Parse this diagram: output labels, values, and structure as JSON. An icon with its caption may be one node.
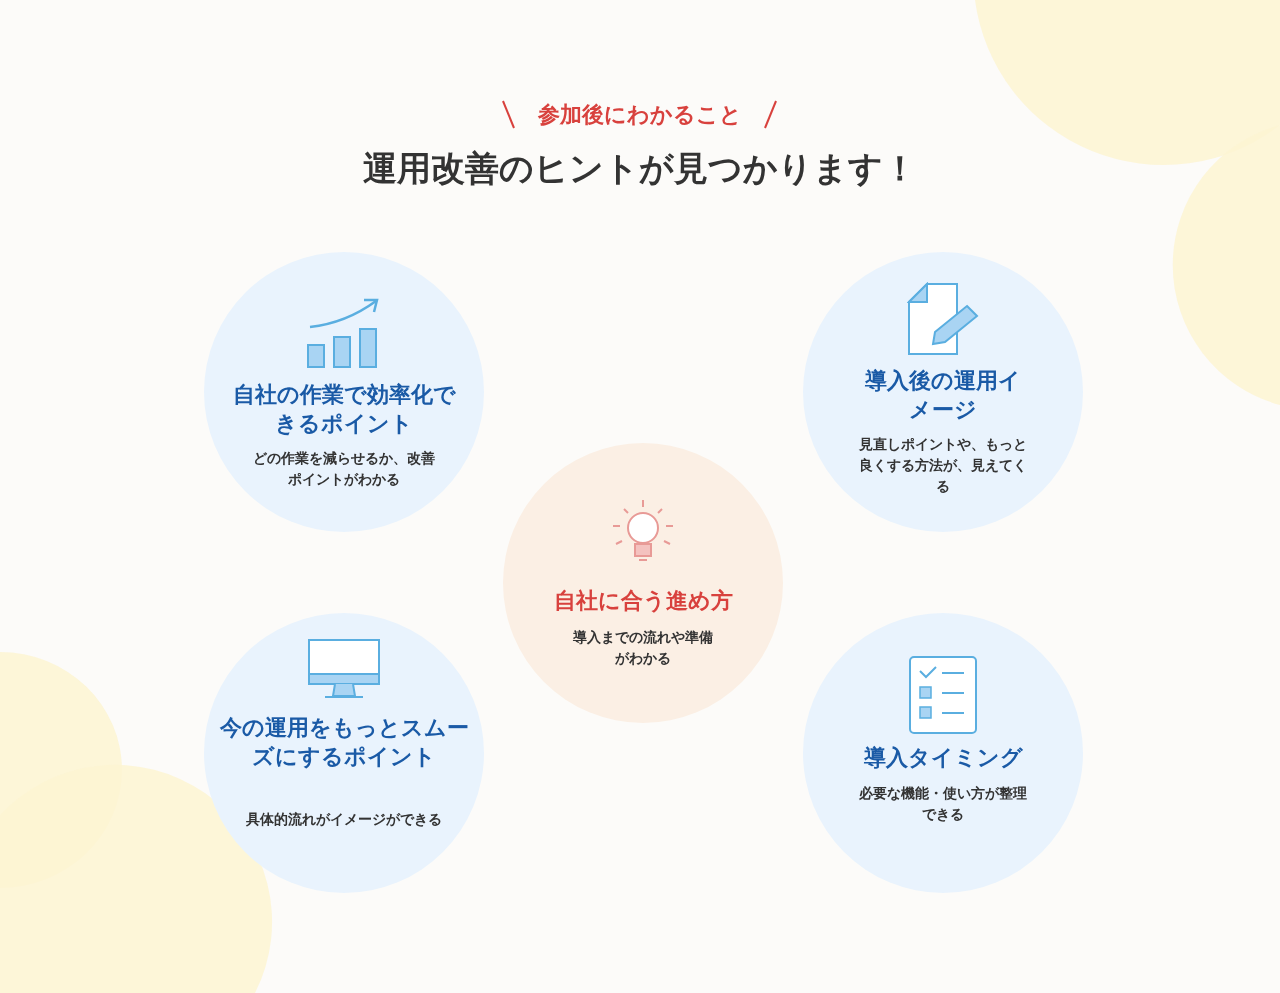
{
  "diagram": {
    "title": "運用改善のヒントが見つかります！",
    "nodes": [
      {
        "text": [
          "自社の作業で効率化できるポイント",
          "どの作業を減らせるか、改善ポイントがわかる"
        ]
      },
      {
        "text": [
          "導入後の運用イメージ",
          "見直しポイントや、もっと良くする方法が、見えてくる"
        ]
      },
      {
        "text": [
          "自社に合う進め方",
          "導入までの流れや準備がわかる"
        ]
      },
      {
        "text": [
          "今の運用をもっとスムーズにするポイント",
          "具体的流れがイメージができる"
        ]
      },
      {
        "text": [
          "導入タイミング",
          "必要な機能・使い方が整理できる"
        ]
      }
    ],
    "labels": [
      "参加後にわかること"
    ]
  }
}
